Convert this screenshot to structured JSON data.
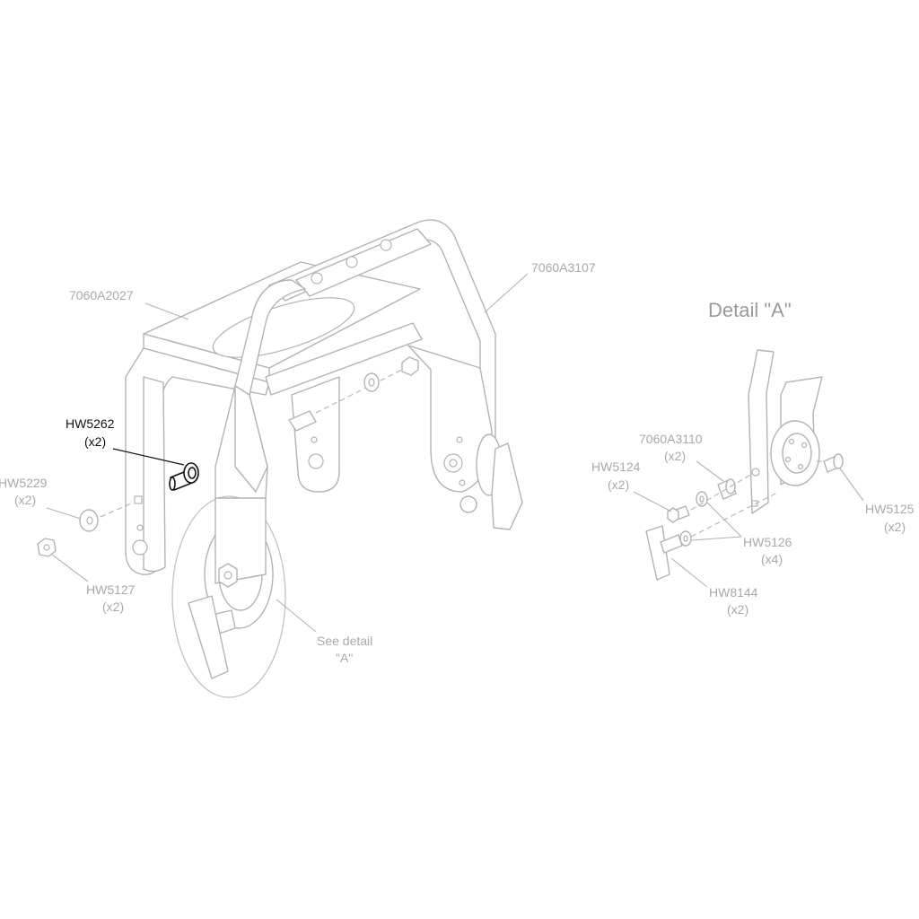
{
  "detail_title": "Detail \"A\"",
  "see_detail": {
    "line1": "See detail",
    "line2": "\"A\""
  },
  "highlight_color": "#111111",
  "line_color": "#b3b3b3",
  "labels": {
    "frame_front": {
      "part": "7060A2027"
    },
    "frame_rear": {
      "part": "7060A3107"
    },
    "screw_highlighted": {
      "part": "HW5262",
      "qty": "(x2)"
    },
    "washer_left": {
      "part": "HW5229",
      "qty": "(x2)"
    },
    "nut_left": {
      "part": "HW5127",
      "qty": "(x2)"
    },
    "spacer_detail": {
      "part": "7060A3110",
      "qty": "(x2)"
    },
    "bolt_detail": {
      "part": "HW5124",
      "qty": "(x2)"
    },
    "screw_detail": {
      "part": "HW5125",
      "qty": "(x2)"
    },
    "washer_detail": {
      "part": "HW5126",
      "qty": "(x4)"
    },
    "knob_detail": {
      "part": "HW8144",
      "qty": "(x2)"
    }
  }
}
